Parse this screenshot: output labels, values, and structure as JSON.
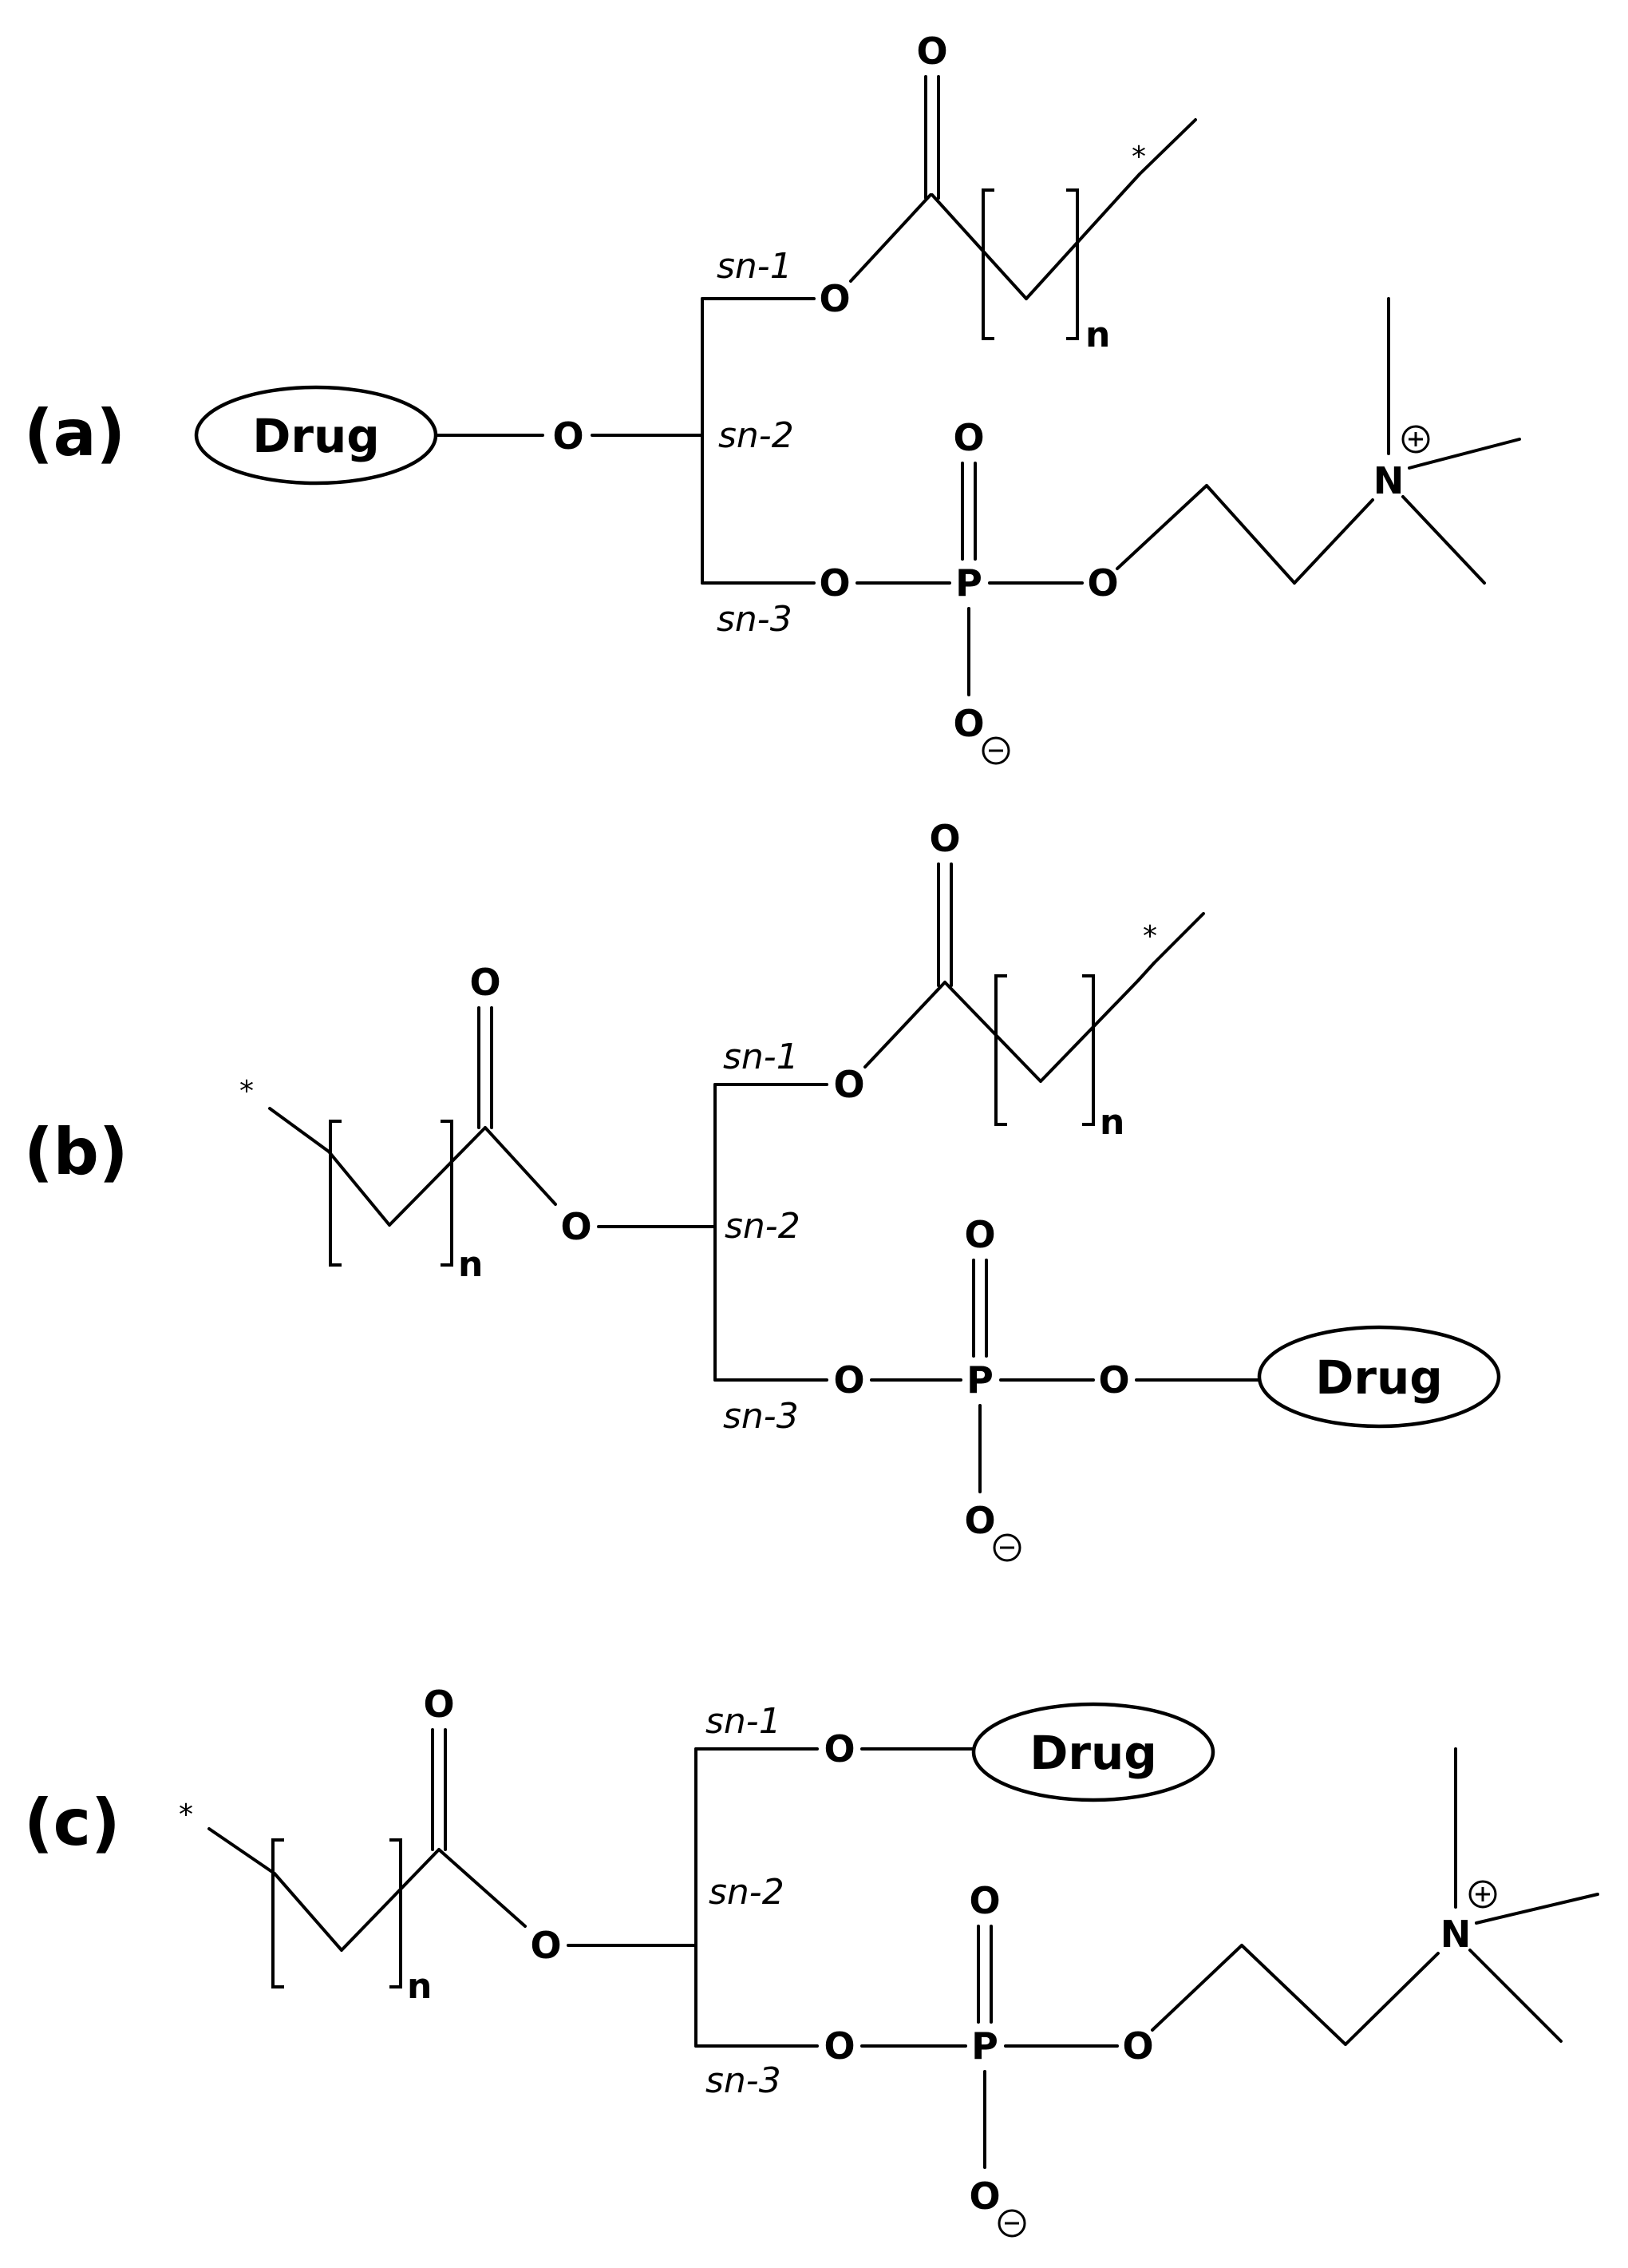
{
  "panels": [
    {
      "label": "(a)",
      "drug_label": "Drug",
      "sn1_label": "sn-1",
      "sn2_label": "sn-2",
      "sn3_label": "sn-3",
      "oxygen": "O",
      "phosphorus": "P",
      "nitrogen": "N",
      "repeat_subscript": "n",
      "chain_end_marker": "*"
    },
    {
      "label": "(b)",
      "drug_label": "Drug",
      "sn1_label": "sn-1",
      "sn2_label": "sn-2",
      "sn3_label": "sn-3",
      "oxygen": "O",
      "phosphorus": "P",
      "repeat_subscript": "n",
      "chain_end_marker": "*"
    },
    {
      "label": "(c)",
      "drug_label": "Drug",
      "sn1_label": "sn-1",
      "sn2_label": "sn-2",
      "sn3_label": "sn-3",
      "oxygen": "O",
      "phosphorus": "P",
      "nitrogen": "N",
      "repeat_subscript": "n",
      "chain_end_marker": "*"
    }
  ]
}
